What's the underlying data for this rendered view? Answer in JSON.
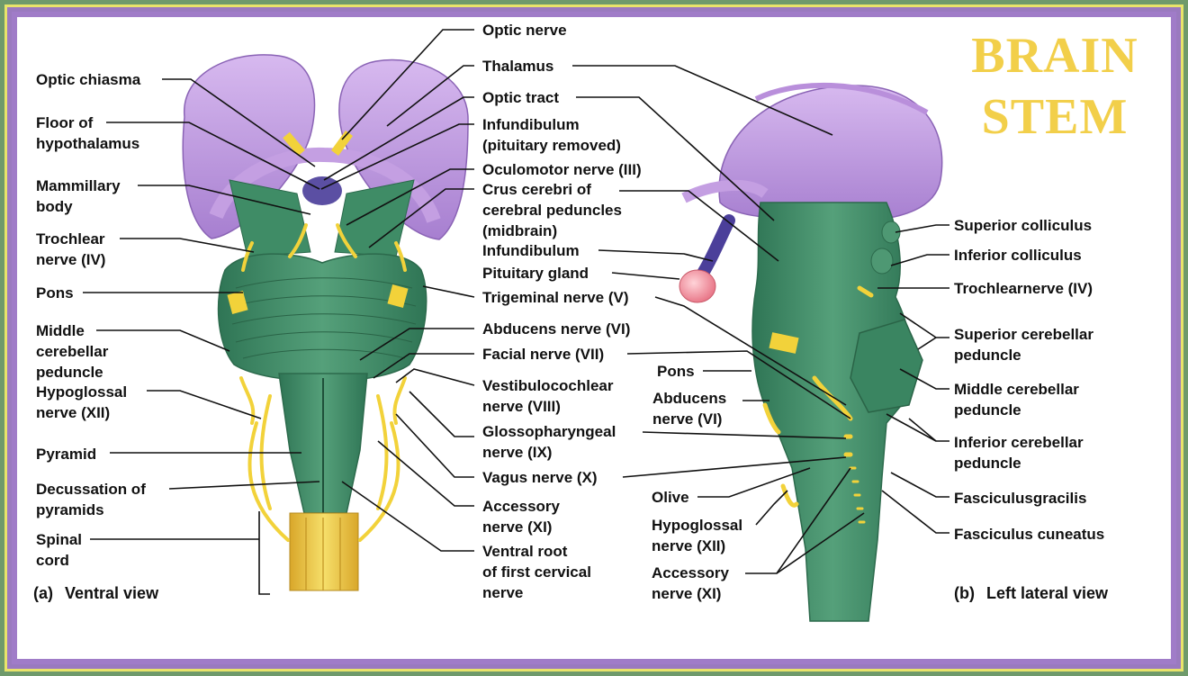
{
  "title": {
    "line1": "BRAIN",
    "line2": "STEM"
  },
  "ventral": {
    "caption_letter": "(a)",
    "caption": "Ventral view",
    "left_labels": [
      {
        "id": "optic-chiasma",
        "lines": [
          "Optic chiasma"
        ]
      },
      {
        "id": "floor-of-hypothalamus",
        "lines": [
          "Floor of",
          "hypothalamus"
        ]
      },
      {
        "id": "mammillary-body",
        "lines": [
          "Mammillary",
          "body"
        ]
      },
      {
        "id": "trochlear-nerve",
        "lines": [
          "Trochlear",
          "nerve (IV)"
        ]
      },
      {
        "id": "pons",
        "lines": [
          "Pons"
        ]
      },
      {
        "id": "middle-cerebellar-peduncle",
        "lines": [
          "Middle",
          "cerebellar",
          "peduncle"
        ]
      },
      {
        "id": "hypoglossal-nerve",
        "lines": [
          "Hypoglossal",
          "nerve (XII)"
        ]
      },
      {
        "id": "pyramid",
        "lines": [
          "Pyramid"
        ]
      },
      {
        "id": "decussation-of-pyramids",
        "lines": [
          "Decussation of",
          "pyramids"
        ]
      },
      {
        "id": "spinal-cord",
        "lines": [
          "Spinal",
          "cord"
        ]
      }
    ]
  },
  "center_labels": [
    {
      "id": "optic-nerve",
      "lines": [
        "Optic nerve"
      ]
    },
    {
      "id": "thalamus",
      "lines": [
        "Thalamus"
      ]
    },
    {
      "id": "optic-tract",
      "lines": [
        "Optic tract"
      ]
    },
    {
      "id": "infundibulum-removed",
      "lines": [
        "Infundibulum",
        "(pituitary removed)"
      ]
    },
    {
      "id": "oculomotor-nerve",
      "lines": [
        "Oculomotor nerve (III)"
      ]
    },
    {
      "id": "crus-cerebri",
      "lines": [
        "Crus cerebri of",
        "cerebral peduncles",
        "(midbrain)"
      ]
    },
    {
      "id": "infundibulum",
      "lines": [
        "Infundibulum"
      ]
    },
    {
      "id": "pituitary-gland",
      "lines": [
        "Pituitary gland"
      ]
    },
    {
      "id": "trigeminal-nerve",
      "lines": [
        "Trigeminal nerve (V)"
      ]
    },
    {
      "id": "abducens-nerve",
      "lines": [
        "Abducens nerve (VI)"
      ]
    },
    {
      "id": "facial-nerve",
      "lines": [
        "Facial nerve (VII)"
      ]
    },
    {
      "id": "vestibulocochlear-nerve",
      "lines": [
        "Vestibulocochlear",
        "nerve (VIII)"
      ]
    },
    {
      "id": "glossopharyngeal-nerve",
      "lines": [
        "Glossopharyngeal",
        "nerve (IX)"
      ]
    },
    {
      "id": "vagus-nerve",
      "lines": [
        "Vagus nerve (X)"
      ]
    },
    {
      "id": "accessory-nerve",
      "lines": [
        "Accessory",
        "nerve (XI)"
      ]
    },
    {
      "id": "ventral-root",
      "lines": [
        "Ventral root",
        "of first cervical",
        "nerve"
      ]
    }
  ],
  "lateral": {
    "caption_letter": "(b)",
    "caption": "Left lateral view",
    "inner_labels": [
      {
        "id": "pons-lateral",
        "lines": [
          "Pons"
        ]
      },
      {
        "id": "abducens-lateral",
        "lines": [
          "Abducens",
          "nerve (VI)"
        ]
      },
      {
        "id": "olive",
        "lines": [
          "Olive"
        ]
      },
      {
        "id": "hypoglossal-lateral",
        "lines": [
          "Hypoglossal",
          "nerve (XII)"
        ]
      },
      {
        "id": "accessory-lateral",
        "lines": [
          "Accessory",
          "nerve (XI)"
        ]
      }
    ],
    "right_labels": [
      {
        "id": "superior-colliculus",
        "lines": [
          "Superior colliculus"
        ]
      },
      {
        "id": "inferior-colliculus",
        "lines": [
          "Inferior colliculus"
        ]
      },
      {
        "id": "trochlear-lateral",
        "lines": [
          "Trochlearnerve (IV)"
        ]
      },
      {
        "id": "superior-cerebellar-peduncle",
        "lines": [
          "Superior cerebellar",
          "peduncle"
        ]
      },
      {
        "id": "middle-cerebellar-lateral",
        "lines": [
          "Middle cerebellar",
          "peduncle"
        ]
      },
      {
        "id": "inferior-cerebellar-peduncle",
        "lines": [
          "Inferior cerebellar",
          "peduncle"
        ]
      },
      {
        "id": "fasciculus-gracilis",
        "lines": [
          "Fasciculusgracilis"
        ]
      },
      {
        "id": "fasciculus-cuneatus",
        "lines": [
          "Fasciculus cuneatus"
        ]
      }
    ]
  },
  "colors": {
    "cerebrum": "#c7a3e3",
    "brainstem": "#3f8c66",
    "nerve": "#f2d23a",
    "pituitary": "#f4a5b0",
    "title": "#f2cf4a",
    "frame_purple": "#a07cc8",
    "frame_yellow": "#e9e46a",
    "frame_green": "#6f9a6b"
  }
}
